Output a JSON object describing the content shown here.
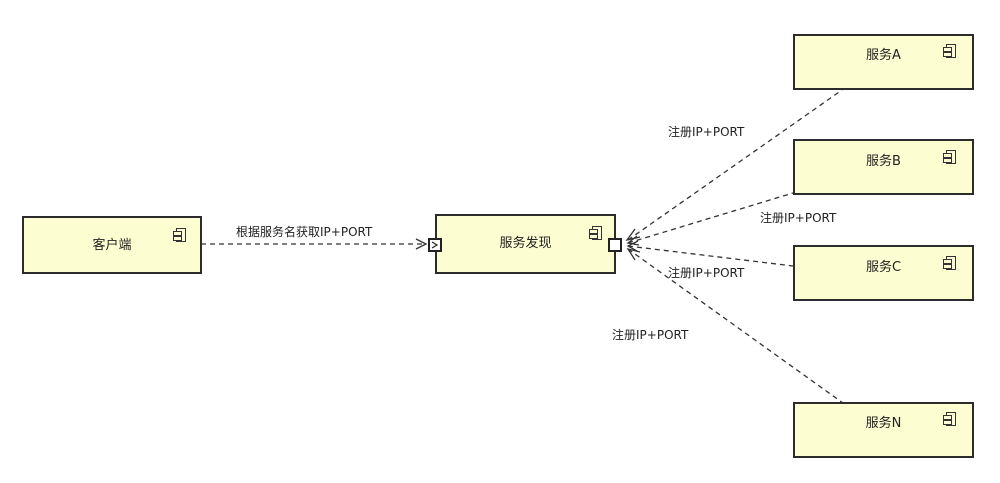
{
  "nodes": {
    "client": {
      "label": "客户端"
    },
    "discovery": {
      "label": "服务发现"
    },
    "service_a": {
      "label": "服务A"
    },
    "service_b": {
      "label": "服务B"
    },
    "service_c": {
      "label": "服务C"
    },
    "service_n": {
      "label": "服务N"
    }
  },
  "edges": {
    "lookup": {
      "label": "根据服务名获取IP+PORT"
    },
    "register_a": {
      "label": "注册IP+PORT"
    },
    "register_b": {
      "label": "注册IP+PORT"
    },
    "register_c": {
      "label": "注册IP+PORT"
    },
    "register_n": {
      "label": "注册IP+PORT"
    }
  },
  "colors": {
    "component_fill": "#fdfdd2",
    "stroke": "#2c2c2c"
  }
}
